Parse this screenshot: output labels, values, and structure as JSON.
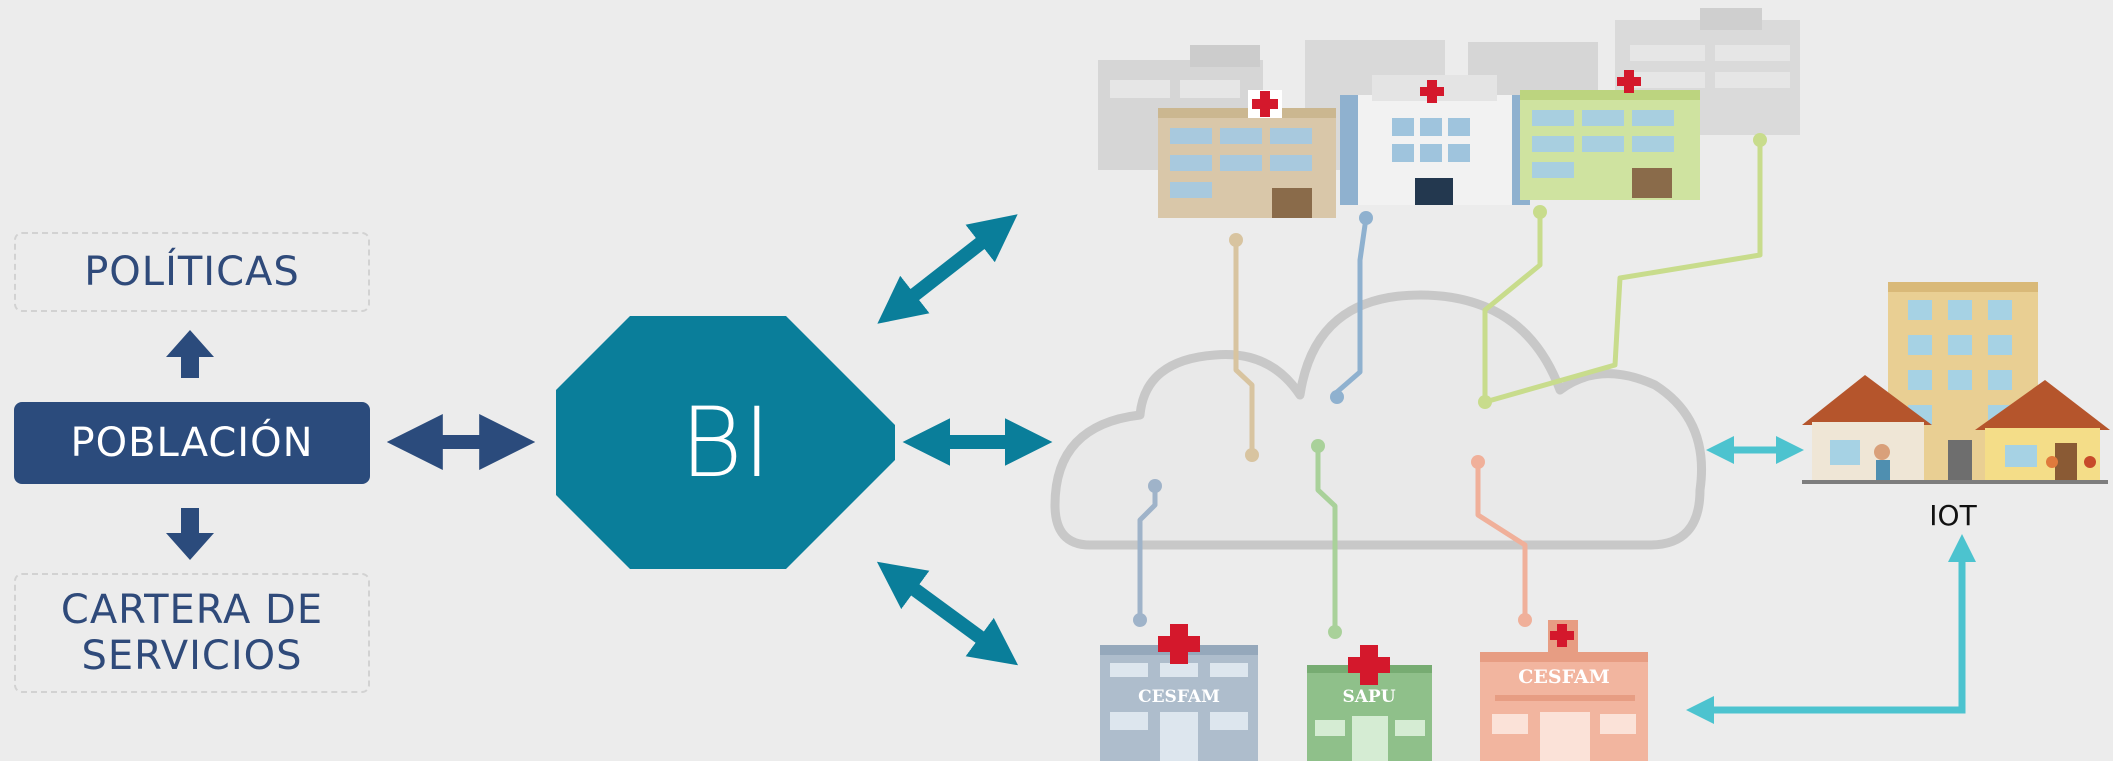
{
  "left_panel": {
    "politicas": "POLÍTICAS",
    "poblacion": "POBLACIÓN",
    "cartera_line1": "CARTERA DE",
    "cartera_line2": "SERVICIOS"
  },
  "center": {
    "bi_label": "BI"
  },
  "iot": {
    "label": "IOT"
  },
  "facilities": {
    "cesfam_left": "CESFAM",
    "sapu": "SAPU",
    "cesfam_right": "CESFAM"
  },
  "colors": {
    "background": "#ececec",
    "navy": "#2b4b7c",
    "teal": "#0a7e9a",
    "cyan": "#4cc3cf",
    "cloud_outline": "#c8c8c8"
  }
}
